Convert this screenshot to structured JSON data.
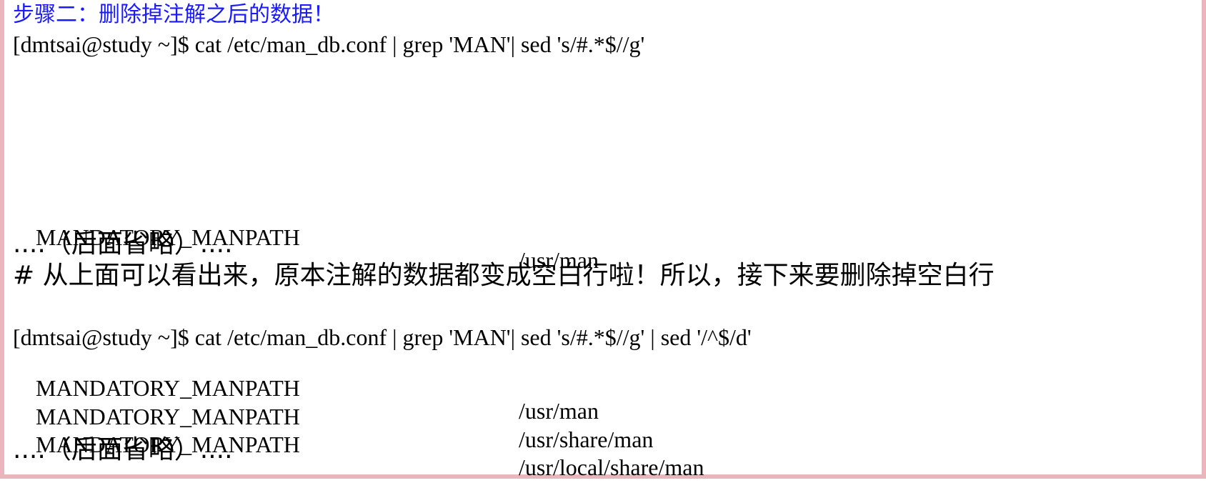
{
  "step_title": "步骤二：删除掉注解之后的数据！",
  "cmd1": "[dmtsai@study ~]$ cat /etc/man_db.conf | grep 'MAN'| sed 's/#.*$//g'",
  "out1": [
    {
      "key": "MANDATORY_MANPATH",
      "value": "/usr/man"
    }
  ],
  "omit1": "....（后面省略）....",
  "comment": "# 从上面可以看出来，原本注解的数据都变成空白行啦！所以，接下来要删除掉空白行",
  "cmd2": "[dmtsai@study ~]$ cat /etc/man_db.conf | grep 'MAN'| sed 's/#.*$//g' | sed '/^$/d'",
  "out2": [
    {
      "key": "MANDATORY_MANPATH",
      "value": "/usr/man"
    },
    {
      "key": "MANDATORY_MANPATH",
      "value": "/usr/share/man"
    },
    {
      "key": "MANDATORY_MANPATH",
      "value": "/usr/local/share/man"
    }
  ],
  "omit2": "....（后面省略）....",
  "colors": {
    "title": "#1a1aff",
    "border": "#eab5bd",
    "text": "#000000"
  }
}
